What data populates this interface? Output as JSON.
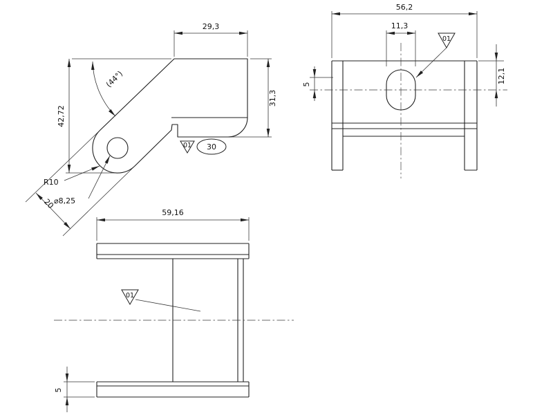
{
  "views": {
    "side": {
      "dim_top_width": "29,3",
      "dim_left_height": "42,72",
      "dim_right_height": "31,3",
      "dim_angle": "(44°)",
      "dim_arm_width": "20",
      "dim_radius": "R10",
      "dim_hole_diameter": "⌀8,25",
      "flag_label": "01",
      "dim_reference_length": "30"
    },
    "front": {
      "dim_overall_width": "56,2",
      "dim_slot_width": "11,3",
      "dim_center_offset": "5",
      "dim_top_to_center": "12,1",
      "flag_label": "01"
    },
    "plan": {
      "dim_overall_width": "59,16",
      "dim_plate_thickness": "5",
      "flag_label": "01"
    }
  }
}
